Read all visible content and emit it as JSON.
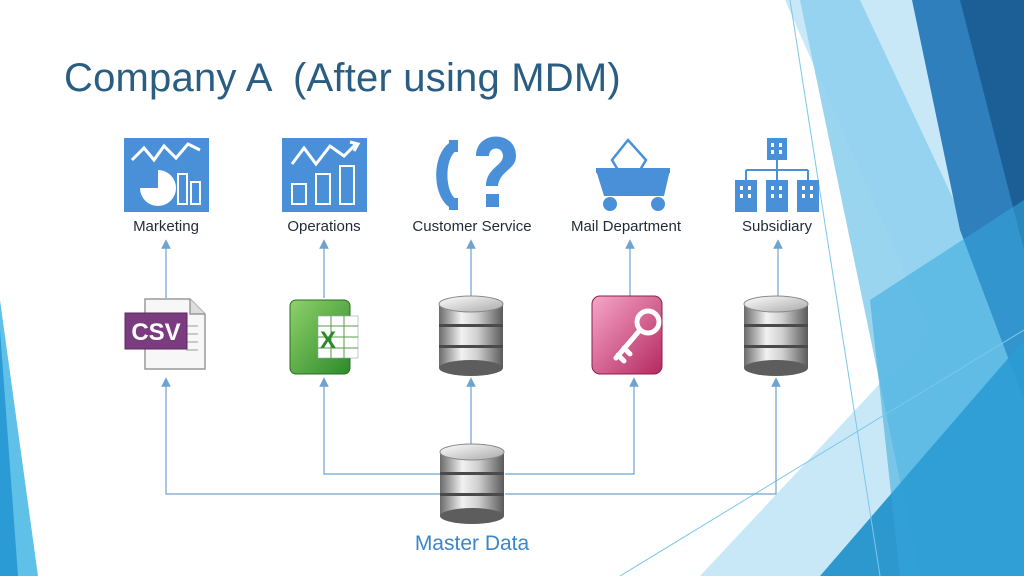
{
  "slide": {
    "title": "Company A  (After using MDM)"
  },
  "departments": [
    {
      "label": "Marketing",
      "icon": "marketing-chart-icon",
      "source": "csv-file-icon"
    },
    {
      "label": "Operations",
      "icon": "operations-chart-icon",
      "source": "excel-icon"
    },
    {
      "label": "Customer Service",
      "icon": "customer-service-icon",
      "source": "database-icon"
    },
    {
      "label": "Mail Department",
      "icon": "mail-cart-icon",
      "source": "access-icon"
    },
    {
      "label": "Subsidiary",
      "icon": "subsidiary-org-icon",
      "source": "database-icon"
    }
  ],
  "csv_badge": "CSV",
  "master": {
    "label": "Master Data",
    "icon": "database-icon"
  },
  "colors": {
    "title": "#2a5d82",
    "accent": "#3a86c8",
    "icon_fill": "#4a90d9",
    "arrow": "#6fa2cf"
  }
}
